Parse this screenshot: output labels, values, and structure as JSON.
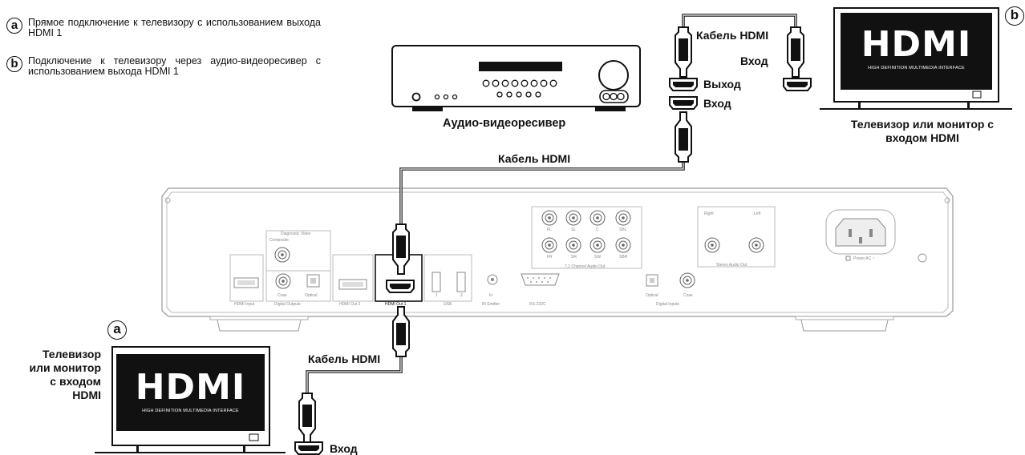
{
  "legend": {
    "a_badge": "a",
    "a_text": "Прямое подключение к телевизору с использованием выхода HDMI 1",
    "b_badge": "b",
    "b_text": "Подключение к телевизору через аудио-видеоресивер с использованием выхода HDMI 1"
  },
  "receiver": {
    "label": "Аудио-видеоресивер"
  },
  "tv_b": {
    "badge": "b",
    "logo": "HDMI",
    "logo_sub": "HIGH DEFINITION MULTIMEDIA INTERFACE",
    "label_line1": "Телевизор или монитор с",
    "label_line2": "входом HDMI",
    "cable_label": "Кабель HDMI",
    "input_label": "Вход"
  },
  "receiver_ports": {
    "output_label": "Выход",
    "input_label": "Вход"
  },
  "middle_cable_label": "Кабель HDMI",
  "tv_a": {
    "badge": "a",
    "logo": "HDMI",
    "logo_sub": "HIGH DEFINITION MULTIMEDIA INTERFACE",
    "label_lines": [
      "Телевизор",
      "или монитор",
      "с входом",
      "HDMI"
    ],
    "cable_label": "Кабель HDMI",
    "input_label": "Вход"
  },
  "player_panel": {
    "diagnostic_video": "Diagnostic Video",
    "composite": "Composite",
    "hdmi_input": "HDMI Input",
    "coax": "Coax",
    "optical": "Optical",
    "digital_outputs": "Digital Outputs",
    "hdmi_out_2": "HDMI Out 2",
    "hdmi_out_1": "HDMI Out 1",
    "usb": "USB",
    "usb_1": "1",
    "usb_2": "2",
    "ir_in": "In",
    "ir_emitter": "IR Emitter",
    "rs232c": "RS-232C",
    "ch_labels": [
      "FL",
      "SL",
      "C",
      "SBL",
      "FR",
      "SR",
      "SW",
      "SBR"
    ],
    "ch71": "7.1 Channel Audio Out",
    "right": "Right",
    "left": "Left",
    "stereo_audio_out": "Stereo Audio Out",
    "digital_inputs": "Digital Inputs",
    "power_ac": "Power AC ~"
  }
}
